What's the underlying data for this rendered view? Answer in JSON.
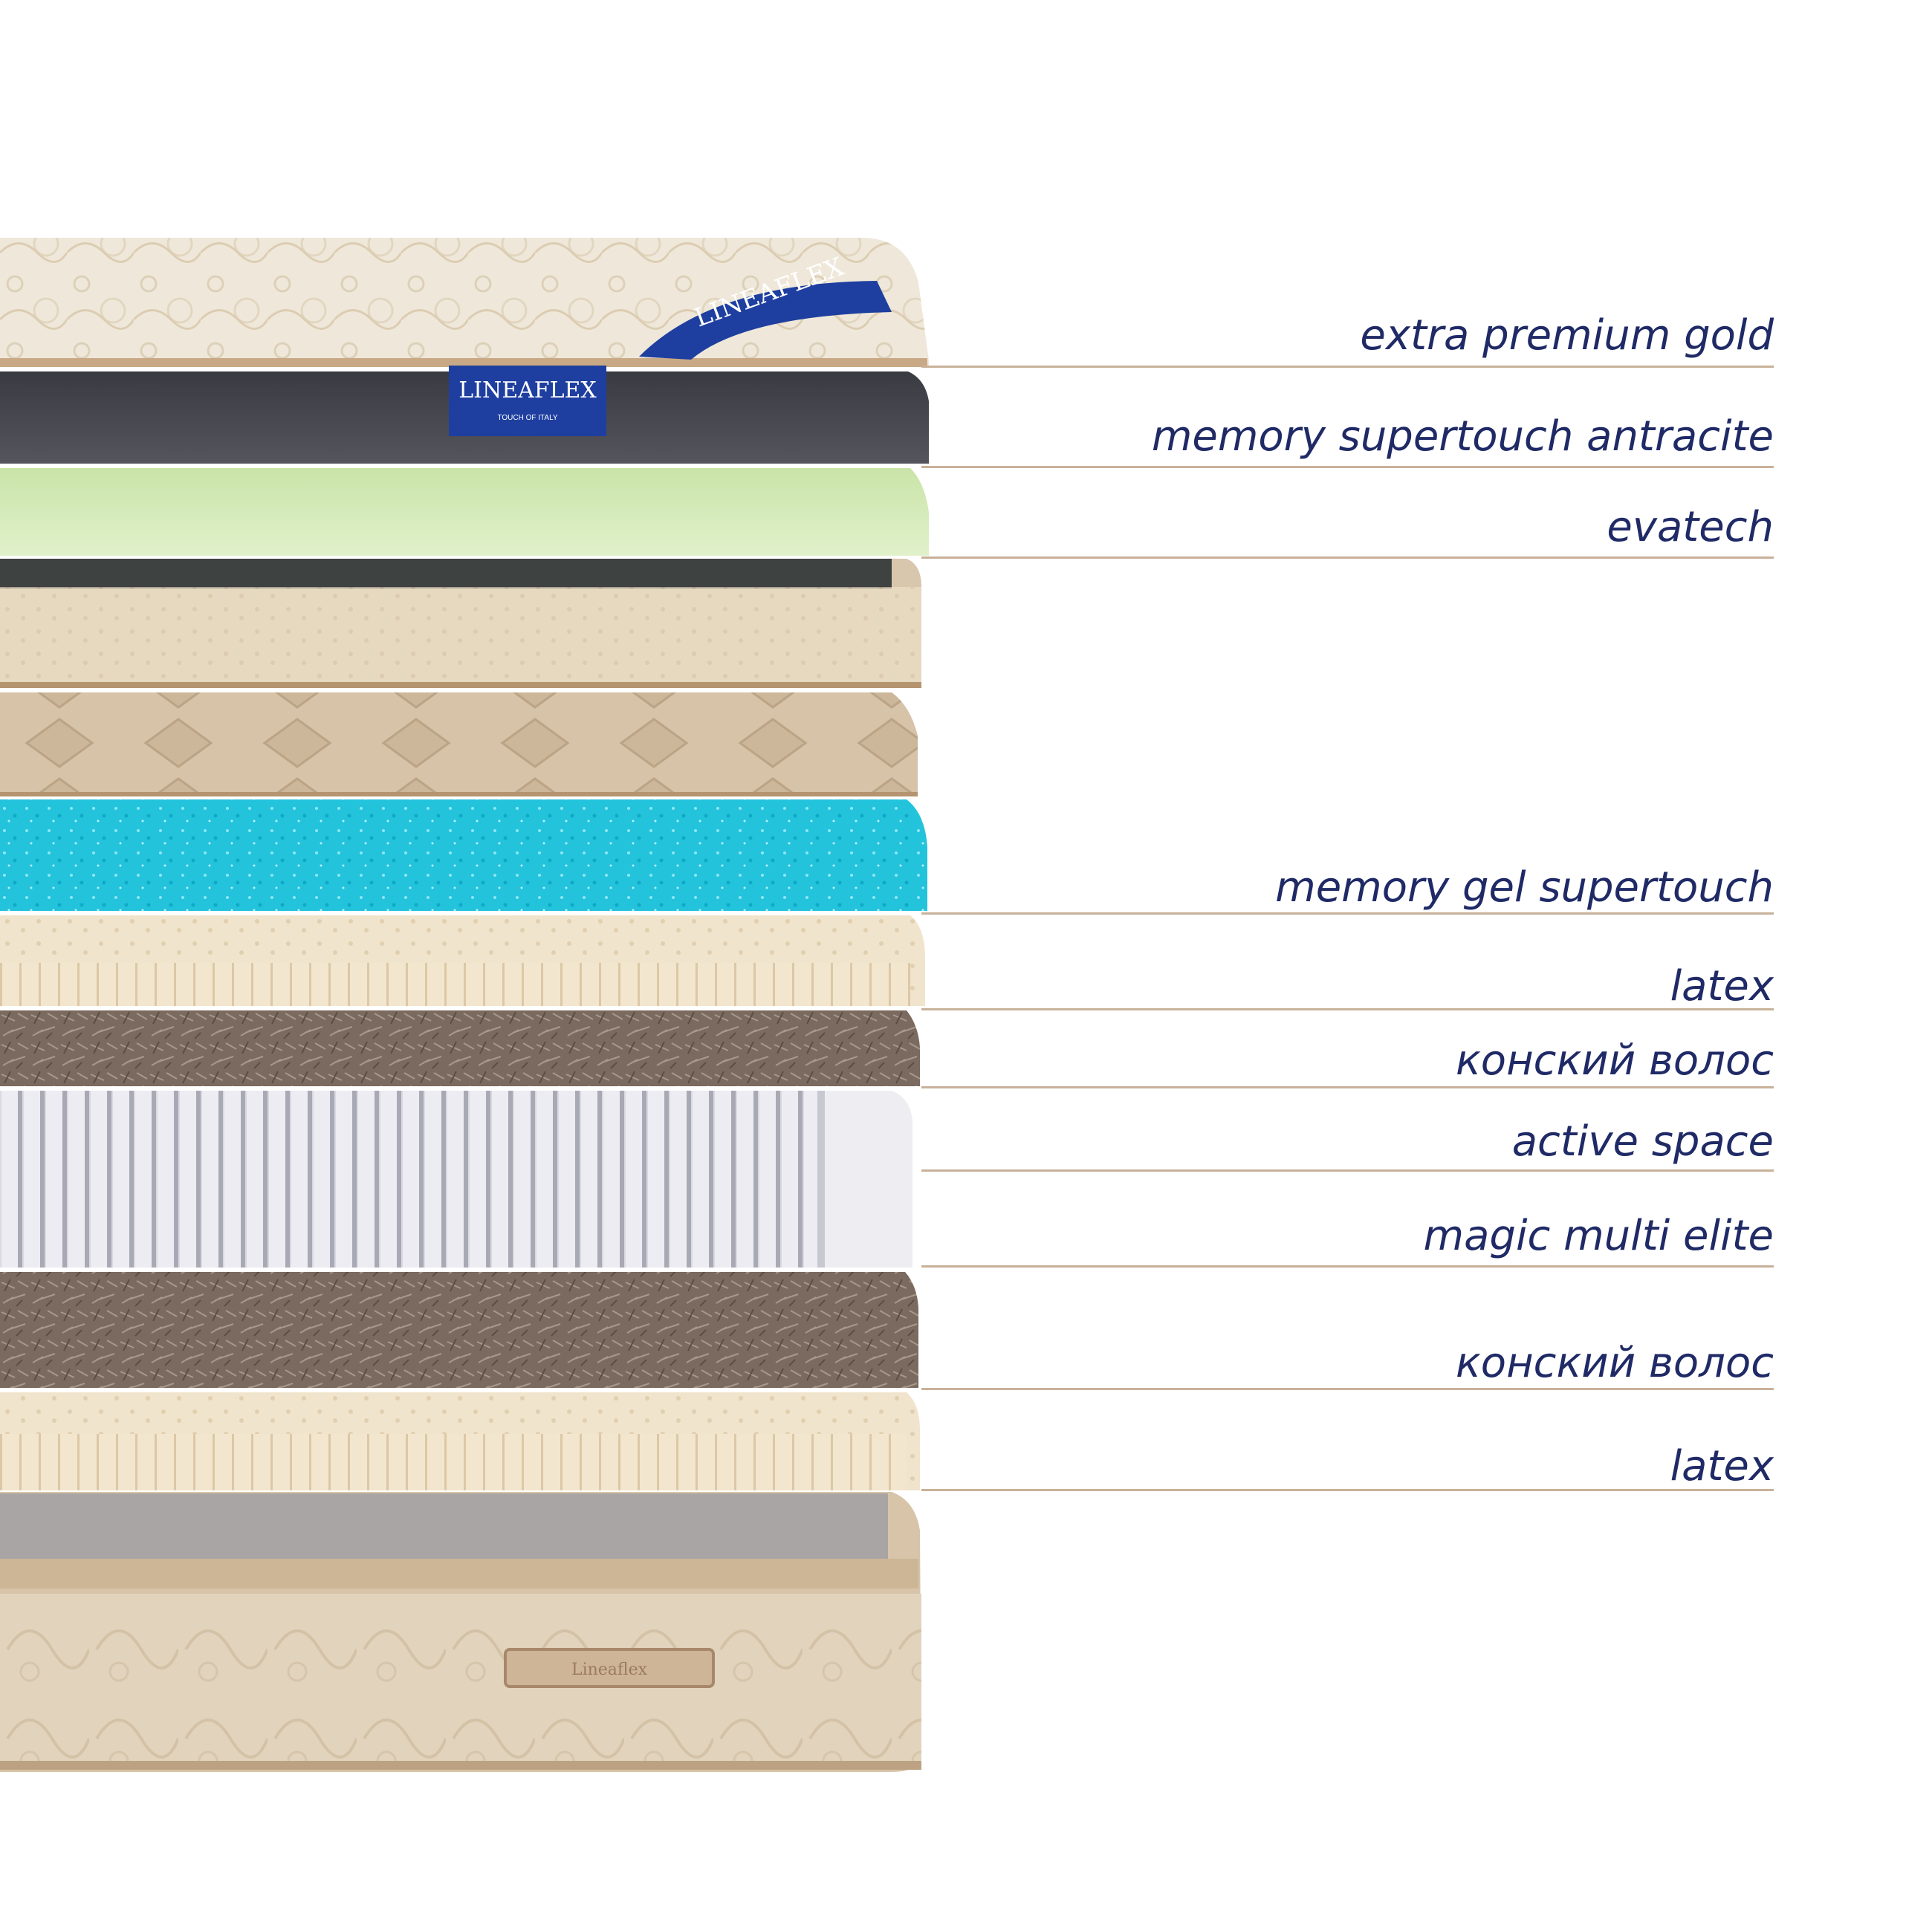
{
  "brand": {
    "logo_text": "LINEAFLEX",
    "logo_tagline": "TOUCH OF ITALY",
    "bottom_patch_text": "Lineaflex"
  },
  "layers": [
    {
      "label": "extra premium gold"
    },
    {
      "label": "memory supertouch antracite"
    },
    {
      "label": "evatech"
    },
    {
      "label": "memory gel supertouch"
    },
    {
      "label": "latex"
    },
    {
      "label": "конский волос"
    },
    {
      "label": "active space"
    },
    {
      "label": "magic multi elite"
    },
    {
      "label": "конский волос"
    },
    {
      "label": "latex"
    }
  ],
  "colors": {
    "label_text": "#1f2a66",
    "leader_line": "#c8b199",
    "fabric_beige": "#d8c6ad",
    "memory_dark": "#4a4a52",
    "evatech_green": "#d6ecbc",
    "gel_blue": "#23c3dc",
    "latex_cream": "#f1e4cc",
    "horsehair": "#7b6a5f",
    "springs": "#d8d8e0",
    "brand_blue": "#1e3fa0"
  }
}
